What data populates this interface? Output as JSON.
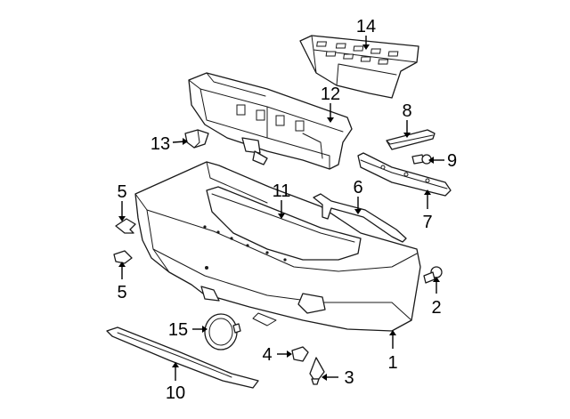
{
  "diagram": {
    "colors": {
      "line": "#1a1a1a",
      "background": "#ffffff"
    },
    "callouts": [
      {
        "id": "c14",
        "label": "14",
        "part": "step-pad"
      },
      {
        "id": "c12",
        "label": "12",
        "part": "impact-absorber"
      },
      {
        "id": "c8",
        "label": "8",
        "part": "small-bracket"
      },
      {
        "id": "c9",
        "label": "9",
        "part": "bolt"
      },
      {
        "id": "c13",
        "label": "13",
        "part": "side-clip"
      },
      {
        "id": "c5a",
        "label": "5",
        "part": "push-retainer"
      },
      {
        "id": "c11",
        "label": "11",
        "part": "upper-trim-strip"
      },
      {
        "id": "c6",
        "label": "6",
        "part": "side-bracket"
      },
      {
        "id": "c7",
        "label": "7",
        "part": "mounting-bracket"
      },
      {
        "id": "c5b",
        "label": "5",
        "part": "push-retainer"
      },
      {
        "id": "c2",
        "label": "2",
        "part": "screw"
      },
      {
        "id": "c15",
        "label": "15",
        "part": "tow-cover"
      },
      {
        "id": "c4",
        "label": "4",
        "part": "retainer"
      },
      {
        "id": "c3",
        "label": "3",
        "part": "push-pin"
      },
      {
        "id": "c1",
        "label": "1",
        "part": "bumper-cover"
      },
      {
        "id": "c10",
        "label": "10",
        "part": "lower-valance-strip"
      }
    ]
  }
}
